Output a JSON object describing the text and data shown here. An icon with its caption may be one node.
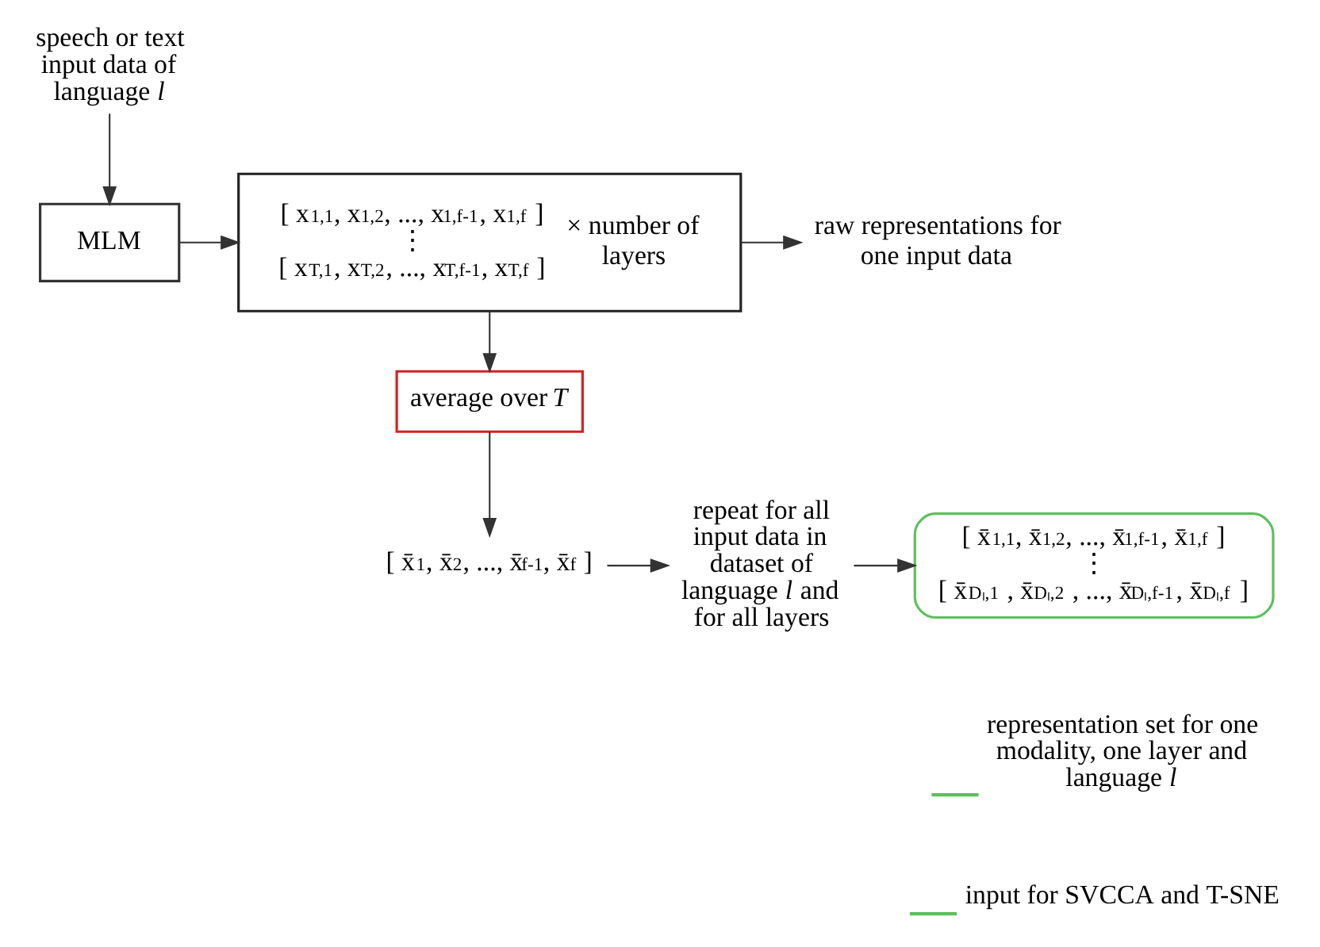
{
  "diagram": {
    "nodes": [
      {
        "text": [
          "speech or text input data of language *l*"
        ]
      },
      {
        "text": [
          "MLM"
        ]
      },
      {
        "text": [
          "[ x$_{1,1}$, x$_{1,2}$, ..., x$_{1,f-1}$, x$_{1,f}$ ]",
          "⋮",
          "[ x$_{T,1}$, x$_{T,2}$, ..., x$_{T,f-1}$, x$_{T,f}$ ]",
          "× number of layers"
        ]
      },
      {
        "text": [
          "raw representations for one input data"
        ]
      },
      {
        "text": [
          "average over *T*"
        ]
      },
      {
        "text": [
          "[ x̄$_{1}$, x̄$_{2}$, ..., x̄$_{f-1}$, x̄$_{f}$ ]"
        ]
      },
      {
        "text": [
          "repeat for all input data in dataset of language *l* and for all layers"
        ]
      },
      {
        "text": [
          "[ x̄$_{1,1}$, x̄$_{1,2}$, ..., x̄$_{1,f-1}$, x̄$_{1,f}$ ]",
          "⋮",
          "[ x̄$_{Dₗ,1}$ , x̄$_{Dₗ,2}$ , ..., x̄$_{Dₗ,f-1}$, x̄$_{Dₗ,f}$ ]"
        ]
      }
    ],
    "edges": [
      {
        "from": 0,
        "to": 1,
        "arrow": "to"
      },
      {
        "from": 1,
        "to": 2,
        "arrow": "to"
      },
      {
        "from": 2,
        "to": 3,
        "arrow": "to"
      },
      {
        "from": 2,
        "to": 4,
        "arrow": "to"
      },
      {
        "from": 4,
        "to": 5,
        "arrow": "to"
      },
      {
        "from": 5,
        "to": 6,
        "arrow": "to"
      },
      {
        "from": 6,
        "to": 7,
        "arrow": "to"
      }
    ],
    "legend": [
      {
        "text": "representation set for one modality, one layer and language *l*"
      },
      {
        "text": "input for SVCCA and T-SNE"
      }
    ]
  }
}
